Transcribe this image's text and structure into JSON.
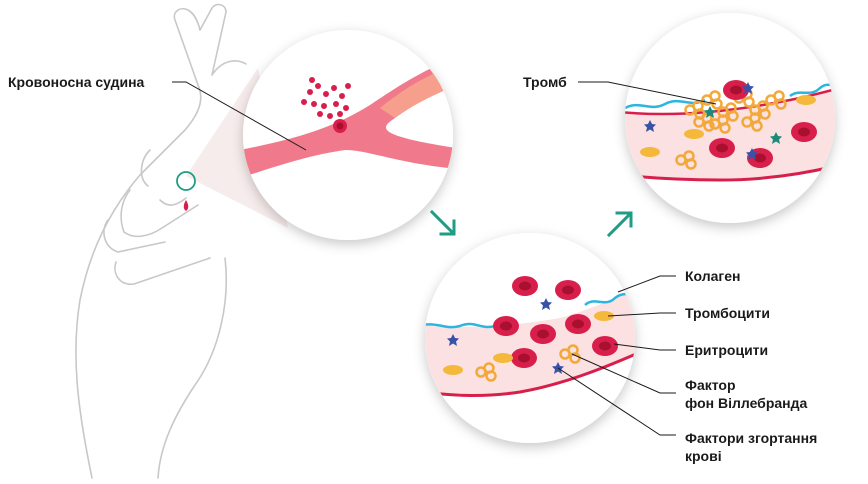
{
  "labels": {
    "vessel": "Кровоносна судина",
    "thrombus": "Тромб",
    "collagen": "Колаген",
    "platelets": "Тромбоцити",
    "erythrocytes": "Еритроцити",
    "vwf_line1": "Фактор",
    "vwf_line2": "фон Віллебранда",
    "coag_line1": "Фактори згортання",
    "coag_line2": "крові"
  },
  "icons": {
    "arrow_down": "arrow-down-right-icon",
    "arrow_up": "arrow-up-right-icon"
  },
  "colors": {
    "vessel_pink": "#f07a8c",
    "vessel_light": "#fbe1e1",
    "vessel_wall": "#d81f4c",
    "red_cell": "#d81f4c",
    "red_cell_center": "#a8102f",
    "platelet": "#f4b93a",
    "collagen": "#2cb5dd",
    "arrow": "#1e9c84",
    "clot": "#f2a93a",
    "coag_factor": "#3852a8",
    "teal_factor": "#1b8a7a",
    "outline": "#c8c8c8"
  }
}
